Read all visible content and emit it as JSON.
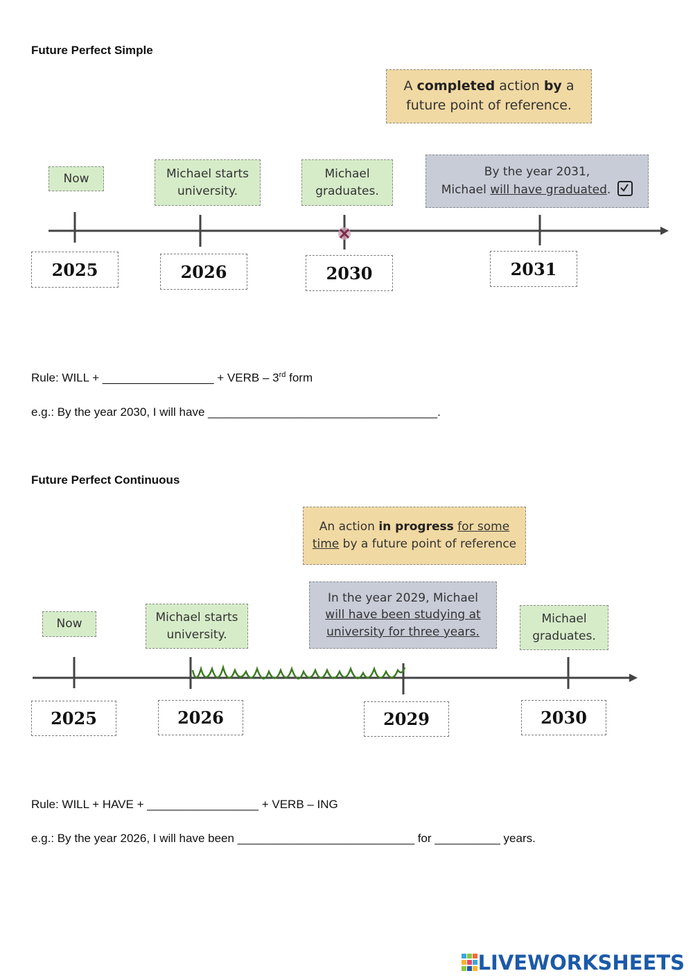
{
  "section1": {
    "heading": "Future Perfect Simple",
    "definition": {
      "part1": "A ",
      "bold1": "completed",
      "part2": " action ",
      "bold2": "by",
      "part3": " a",
      "line2": "future point of reference."
    },
    "labels": {
      "now": "Now",
      "starts": "Michael starts university.",
      "graduates": "Michael graduates.",
      "example_line1": "By the year 2031,",
      "example_line2_pre": "Michael ",
      "example_line2_underlined": "will have graduated",
      "example_line2_post": "."
    },
    "years": [
      "2025",
      "2026",
      "2030",
      "2031"
    ],
    "rule": {
      "prefix": "Rule: WILL + ",
      "blank": "_________________",
      "suffix": " + VERB – 3",
      "sup": "rd",
      "end": " form"
    },
    "example": {
      "text": "e.g.: By the year 2030, I will have ",
      "blank": "___________________________________",
      "end": "."
    }
  },
  "section2": {
    "heading": "Future Perfect Continuous",
    "definition": {
      "part1": "An action ",
      "bold1": "in progress",
      "space": " ",
      "underline1": "for some",
      "underline2": "time",
      "part2": " by a future point of reference"
    },
    "labels": {
      "now": "Now",
      "starts": "Michael starts university.",
      "example_line1": "In the year 2029, Michael",
      "example_line2": "will have been studying at",
      "example_line3": "university for three years.",
      "graduates": "Michael graduates."
    },
    "years": [
      "2025",
      "2026",
      "2029",
      "2030"
    ],
    "rule": {
      "prefix": "Rule: WILL + HAVE + ",
      "blank": "_________________",
      "suffix": " + VERB – ING"
    },
    "example": {
      "text": "e.g.: By the year 2026, I will have been ",
      "blank": "___________________________",
      "mid": " for ",
      "blank2": "__________",
      "end": " years."
    }
  },
  "brand": {
    "name": "LIVEWORKSHEETS"
  },
  "colors": {
    "green": "#d6ecc9",
    "gold": "#f1d9a3",
    "blue": "#c7ccd7",
    "wave": "#3c7a22",
    "brand": "#1c5aa8"
  }
}
